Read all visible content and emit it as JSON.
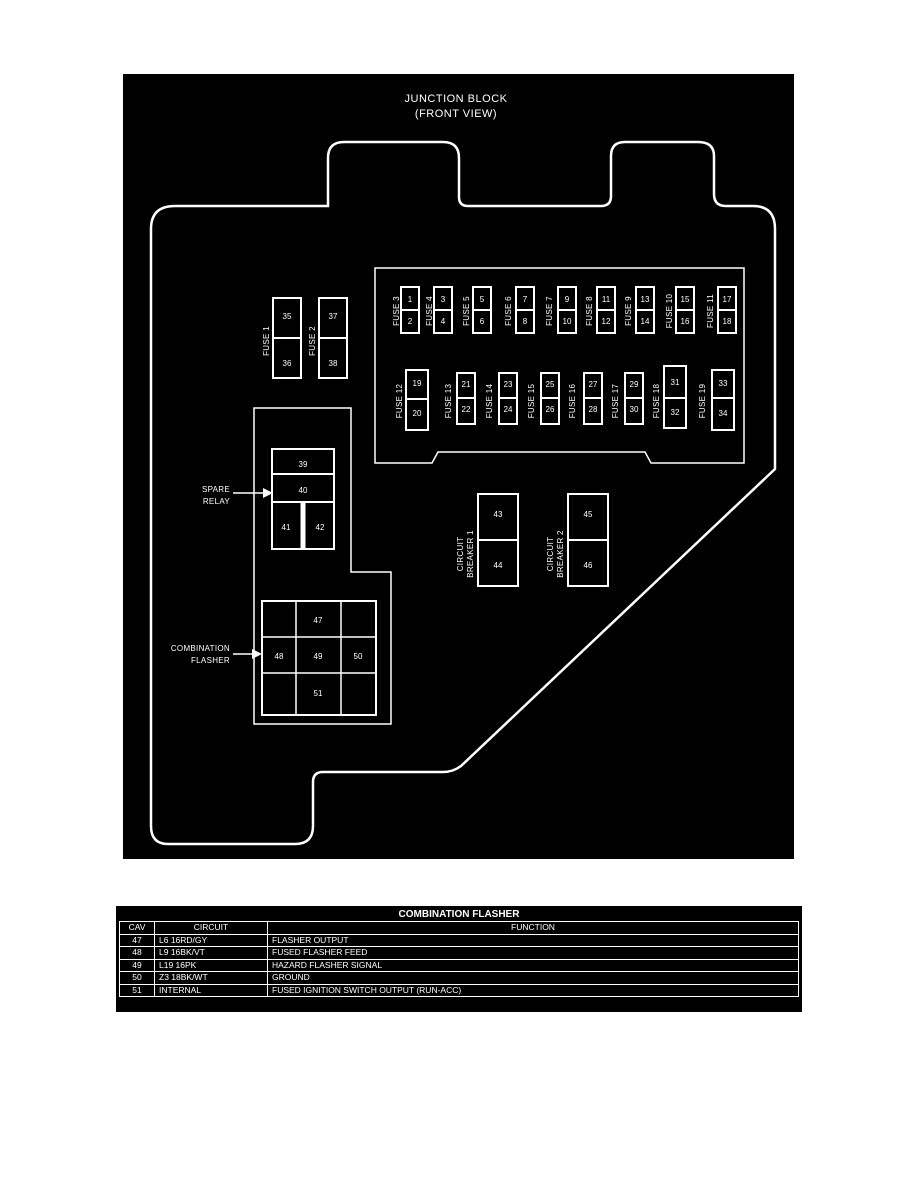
{
  "diagram": {
    "title_line1": "JUNCTION BLOCK",
    "title_line2": "(FRONT VIEW)",
    "fuse_row1": [
      {
        "label": "FUSE 3",
        "top": "1",
        "bottom": "2"
      },
      {
        "label": "FUSE 4",
        "top": "3",
        "bottom": "4"
      },
      {
        "label": "FUSE 5",
        "top": "5",
        "bottom": "6"
      },
      {
        "label": "FUSE 6",
        "top": "7",
        "bottom": "8"
      },
      {
        "label": "FUSE 7",
        "top": "9",
        "bottom": "10"
      },
      {
        "label": "FUSE 8",
        "top": "11",
        "bottom": "12"
      },
      {
        "label": "FUSE 9",
        "top": "13",
        "bottom": "14"
      },
      {
        "label": "FUSE 10",
        "top": "15",
        "bottom": "16"
      },
      {
        "label": "FUSE 11",
        "top": "17",
        "bottom": "18"
      }
    ],
    "fuse_row2": [
      {
        "label": "FUSE 12",
        "top": "19",
        "bottom": "20"
      },
      {
        "label": "FUSE 13",
        "top": "21",
        "bottom": "22"
      },
      {
        "label": "FUSE 14",
        "top": "23",
        "bottom": "24"
      },
      {
        "label": "FUSE 15",
        "top": "25",
        "bottom": "26"
      },
      {
        "label": "FUSE 16",
        "top": "27",
        "bottom": "28"
      },
      {
        "label": "FUSE 17",
        "top": "29",
        "bottom": "30"
      },
      {
        "label": "FUSE 18",
        "top": "31",
        "bottom": "32"
      },
      {
        "label": "FUSE 19",
        "top": "33",
        "bottom": "34"
      }
    ],
    "fuse1": {
      "label": "FUSE 1",
      "top": "35",
      "bottom": "36"
    },
    "fuse2": {
      "label": "FUSE 2",
      "top": "37",
      "bottom": "38"
    },
    "spare_relay": {
      "label_line1": "SPARE",
      "label_line2": "RELAY",
      "c39": "39",
      "c40": "40",
      "c41": "41",
      "c42": "42"
    },
    "breaker1": {
      "label_line1": "CIRCUIT",
      "label_line2": "BREAKER 1",
      "top": "43",
      "bottom": "44"
    },
    "breaker2": {
      "label_line1": "CIRCUIT",
      "label_line2": "BREAKER 2",
      "top": "45",
      "bottom": "46"
    },
    "flasher": {
      "label_line1": "COMBINATION",
      "label_line2": "FLASHER",
      "c47": "47",
      "c48": "48",
      "c49": "49",
      "c50": "50",
      "c51": "51"
    }
  },
  "table": {
    "title": "COMBINATION FLASHER",
    "headers": {
      "cav": "CAV",
      "circuit": "CIRCUIT",
      "function": "FUNCTION"
    },
    "rows": [
      {
        "cav": "47",
        "circuit": "L6 16RD/GY",
        "function": "FLASHER OUTPUT"
      },
      {
        "cav": "48",
        "circuit": "L9 16BK/VT",
        "function": "FUSED FLASHER FEED"
      },
      {
        "cav": "49",
        "circuit": "L19 16PK",
        "function": "HAZARD FLASHER SIGNAL"
      },
      {
        "cav": "50",
        "circuit": "Z3 18BK/WT",
        "function": "GROUND"
      },
      {
        "cav": "51",
        "circuit": "INTERNAL",
        "function": "FUSED IGNITION SWITCH OUTPUT (RUN-ACC)"
      }
    ]
  }
}
